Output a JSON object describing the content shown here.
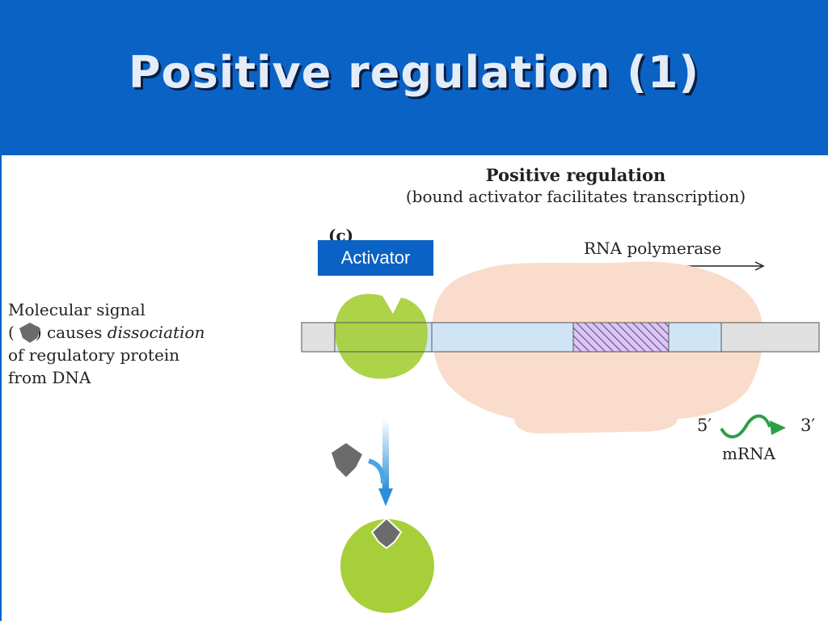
{
  "slide": {
    "title": "Positive regulation (1)"
  },
  "figure": {
    "heading": "Positive regulation",
    "subheading": "(bound activator facilitates transcription)",
    "panel_label": "(c)",
    "rna_polymerase_label": "RNA polymerase",
    "signal_caption": {
      "line1": "Molecular signal",
      "line2_open": "(",
      "line2_mid": ") causes ",
      "line2_italic": "dissociation",
      "line3": "of regulatory protein",
      "line4": "from DNA"
    },
    "mrna_label": "mRNA",
    "five_prime": "5′",
    "three_prime": "3′",
    "activator_label": "Activator"
  },
  "colors": {
    "header_blue": "#0a62c4",
    "activator_green": "#a6cf3a",
    "polymerase_peach": "#fadccc",
    "dna_gray": "#e0e0e0",
    "dna_blue": "#cfe5f6",
    "hatch_purple": "#7a4fb0",
    "signal_gray": "#6b6b6b",
    "mrna_green": "#2e9e48",
    "arrow_blue": "#2a8fd6"
  }
}
